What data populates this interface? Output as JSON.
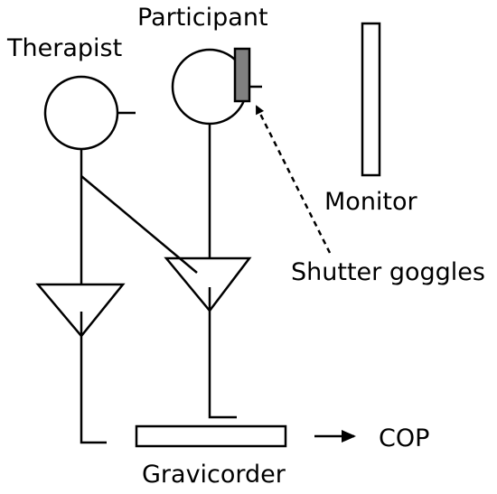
{
  "labels": {
    "therapist": "Therapist",
    "participant": "Participant",
    "monitor": "Monitor",
    "shutter_goggles": "Shutter goggles",
    "gravicorder": "Gravicorder",
    "cop": "COP"
  },
  "colors": {
    "line": "#000000",
    "goggles_fill": "#808080",
    "background": "#ffffff"
  }
}
